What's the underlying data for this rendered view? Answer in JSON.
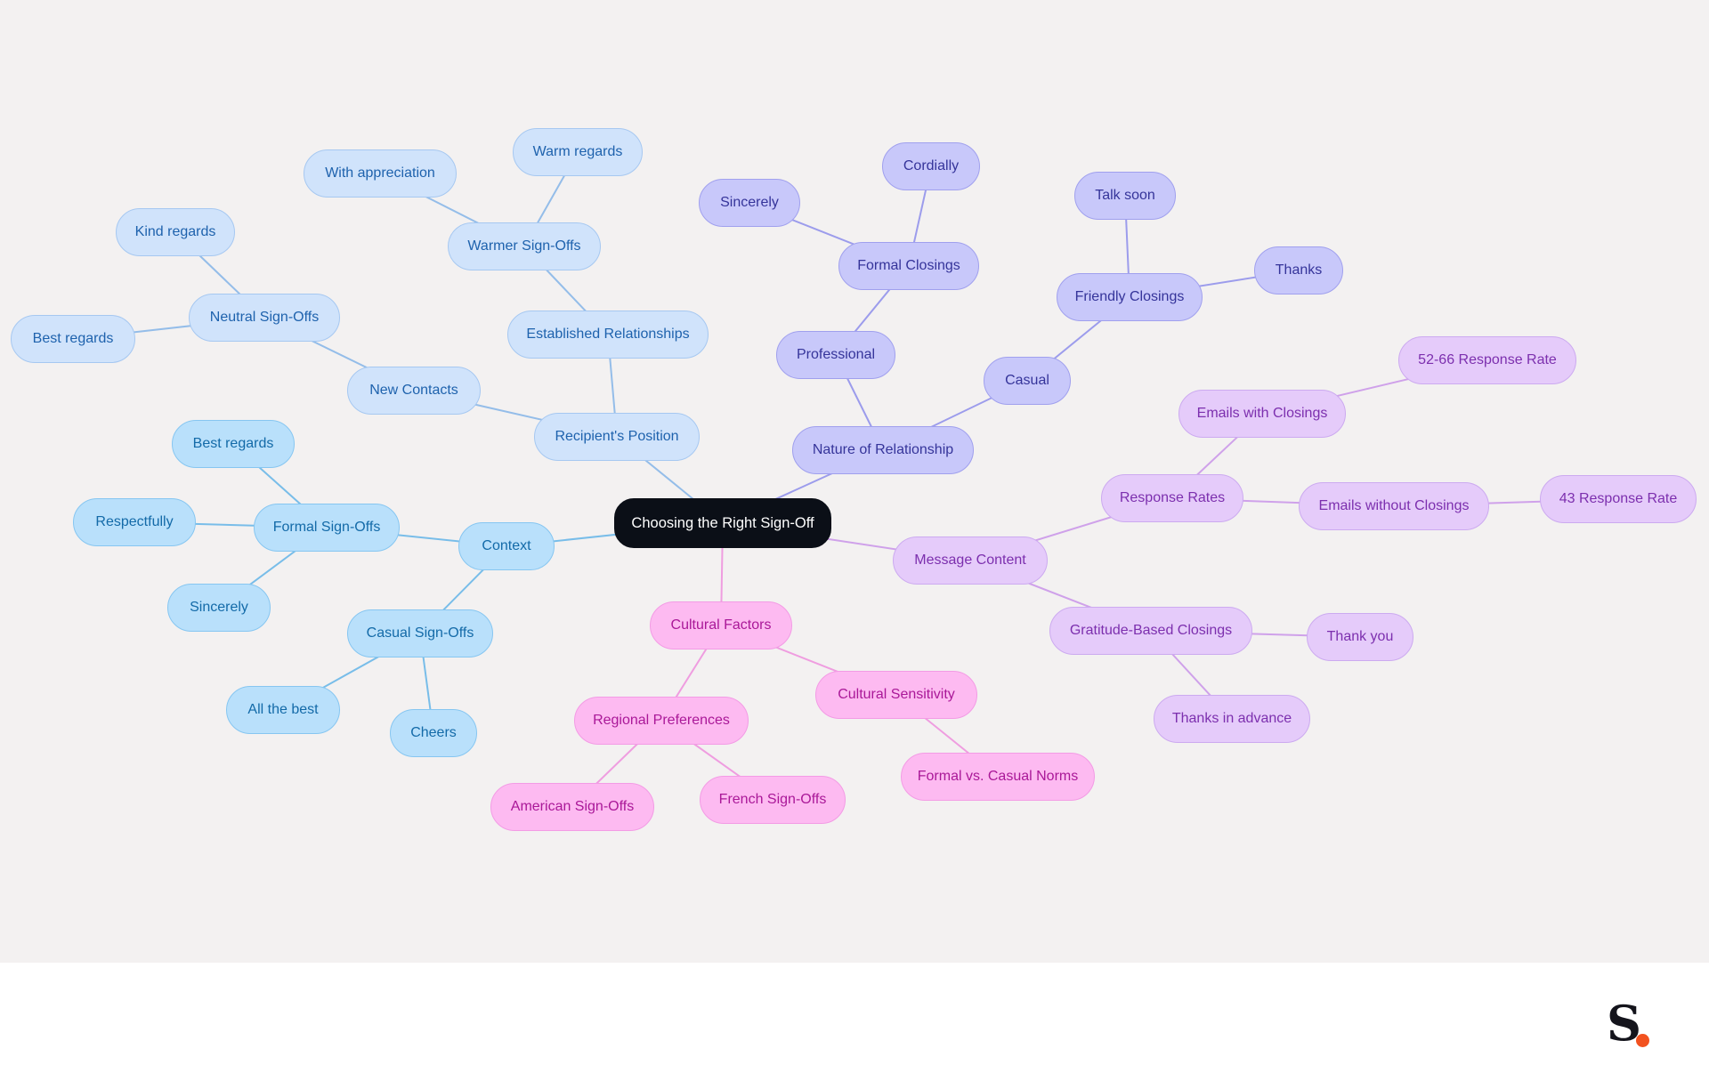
{
  "colors": {
    "background": "#f3f1f1",
    "root": {
      "fill": "#0b0f17",
      "stroke": "#0b0f17",
      "text": "#ffffff"
    },
    "recipient": {
      "fill": "#d0e3fb",
      "stroke": "#a6c8f1",
      "text": "#1e62ad",
      "line": "#94bde9"
    },
    "context": {
      "fill": "#b9e0fb",
      "stroke": "#86c6f1",
      "text": "#136aa8",
      "line": "#78bde9"
    },
    "relationship": {
      "fill": "#c8c8fa",
      "stroke": "#a0a0ee",
      "text": "#35349a",
      "line": "#9c9cec"
    },
    "message": {
      "fill": "#e5cbfa",
      "stroke": "#ccaaf0",
      "text": "#7c2fae",
      "line": "#cfa1ea"
    },
    "cultural": {
      "fill": "#fdbaf1",
      "stroke": "#f39be5",
      "text": "#aa1898",
      "line": "#ef9de0"
    },
    "brand_dot": "#f2521f"
  },
  "mindmap": {
    "root": {
      "id": "root",
      "label": "Choosing the Right Sign-Off"
    },
    "branches": [
      {
        "id": "recipient",
        "label": "Recipient's Position",
        "children": [
          {
            "id": "new-contacts",
            "label": "New Contacts",
            "children": [
              {
                "id": "neutral",
                "label": "Neutral Sign-Offs",
                "children": [
                  {
                    "id": "kind-regards",
                    "label": "Kind regards"
                  },
                  {
                    "id": "best-regards-n",
                    "label": "Best regards"
                  }
                ]
              }
            ]
          },
          {
            "id": "established",
            "label": "Established Relationships",
            "children": [
              {
                "id": "warmer",
                "label": "Warmer Sign-Offs",
                "children": [
                  {
                    "id": "warm-regards",
                    "label": "Warm regards"
                  },
                  {
                    "id": "with-appreciation",
                    "label": "With appreciation"
                  }
                ]
              }
            ]
          }
        ]
      },
      {
        "id": "context",
        "label": "Context",
        "children": [
          {
            "id": "formal-signoffs",
            "label": "Formal Sign-Offs",
            "children": [
              {
                "id": "best-regards-f",
                "label": "Best regards"
              },
              {
                "id": "respectfully",
                "label": "Respectfully"
              },
              {
                "id": "sincerely-f",
                "label": "Sincerely"
              }
            ]
          },
          {
            "id": "casual-signoffs",
            "label": "Casual Sign-Offs",
            "children": [
              {
                "id": "all-the-best",
                "label": "All the best"
              },
              {
                "id": "cheers",
                "label": "Cheers"
              }
            ]
          }
        ]
      },
      {
        "id": "relationship",
        "label": "Nature of Relationship",
        "children": [
          {
            "id": "professional",
            "label": "Professional",
            "children": [
              {
                "id": "formal-closings",
                "label": "Formal Closings",
                "children": [
                  {
                    "id": "cordially",
                    "label": "Cordially"
                  },
                  {
                    "id": "sincerely-p",
                    "label": "Sincerely"
                  }
                ]
              }
            ]
          },
          {
            "id": "casual",
            "label": "Casual",
            "children": [
              {
                "id": "friendly-closings",
                "label": "Friendly Closings",
                "children": [
                  {
                    "id": "talk-soon",
                    "label": "Talk soon"
                  },
                  {
                    "id": "thanks",
                    "label": "Thanks"
                  }
                ]
              }
            ]
          }
        ]
      },
      {
        "id": "message",
        "label": "Message Content",
        "children": [
          {
            "id": "response-rates",
            "label": "Response Rates",
            "children": [
              {
                "id": "with-closings",
                "label": "Emails with Closings",
                "children": [
                  {
                    "id": "rate-52-66",
                    "label": "52-66 Response Rate"
                  }
                ]
              },
              {
                "id": "without-closings",
                "label": "Emails without Closings",
                "children": [
                  {
                    "id": "rate-43",
                    "label": "43 Response Rate"
                  }
                ]
              }
            ]
          },
          {
            "id": "gratitude",
            "label": "Gratitude-Based Closings",
            "children": [
              {
                "id": "thank-you",
                "label": "Thank you"
              },
              {
                "id": "thanks-in-advance",
                "label": "Thanks in advance"
              }
            ]
          }
        ]
      },
      {
        "id": "cultural",
        "label": "Cultural Factors",
        "children": [
          {
            "id": "regional",
            "label": "Regional Preferences",
            "children": [
              {
                "id": "american",
                "label": "American Sign-Offs"
              },
              {
                "id": "french",
                "label": "French Sign-Offs"
              }
            ]
          },
          {
            "id": "sensitivity",
            "label": "Cultural Sensitivity",
            "children": [
              {
                "id": "formal-casual-norms",
                "label": "Formal vs. Casual Norms"
              }
            ]
          }
        ]
      }
    ]
  },
  "logo": {
    "letter": "S",
    "icon": "brand-logo-icon"
  }
}
